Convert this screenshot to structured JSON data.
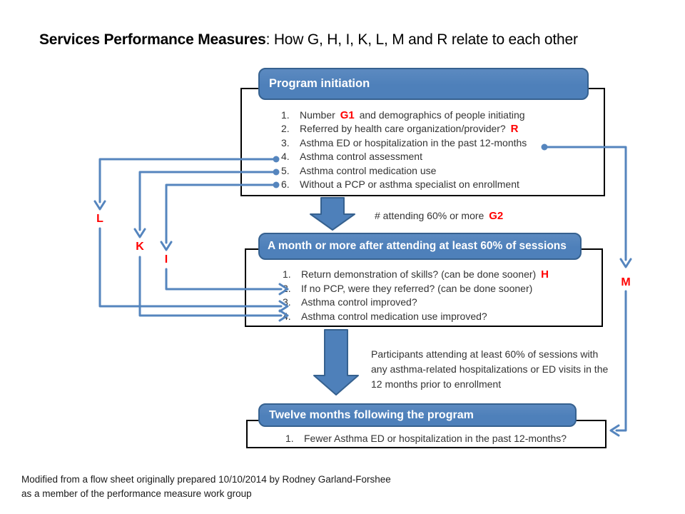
{
  "title": {
    "bold": "Services Performance Measures",
    "rest": ": How G, H, I, K, L, M and R relate to each other"
  },
  "boxes": {
    "box1": {
      "header": "Program initiation",
      "items": [
        {
          "num": "1.",
          "pre": "Number ",
          "code": "G1",
          "post": " and demographics of people initiating"
        },
        {
          "num": "2.",
          "pre": "Referred by health care organization/provider? ",
          "code": "R",
          "post": ""
        },
        {
          "num": "3.",
          "pre": "Asthma ED or hospitalization in the past 12-months",
          "code": "",
          "post": ""
        },
        {
          "num": "4.",
          "pre": "Asthma control assessment",
          "code": "",
          "post": ""
        },
        {
          "num": "5.",
          "pre": "Asthma control medication use",
          "code": "",
          "post": ""
        },
        {
          "num": "6.",
          "pre": "Without a PCP or asthma specialist on enrollment",
          "code": "",
          "post": ""
        }
      ]
    },
    "box2": {
      "header": "A month or more after attending at least 60% of sessions",
      "items": [
        {
          "num": "1.",
          "pre": "Return demonstration of skills? (can be done sooner) ",
          "code": "H",
          "post": ""
        },
        {
          "num": "2.",
          "pre": "If no PCP, were they referred? (can be done sooner)",
          "code": "",
          "post": ""
        },
        {
          "num": "3.",
          "pre": "Asthma control improved?",
          "code": "",
          "post": ""
        },
        {
          "num": "4.",
          "pre": "Asthma control medication use improved?",
          "code": "",
          "post": ""
        }
      ]
    },
    "box3": {
      "header": "Twelve months following the program",
      "items": [
        {
          "num": "1.",
          "pre": "Fewer Asthma ED or hospitalization in the past 12-months?",
          "code": "",
          "post": ""
        }
      ]
    }
  },
  "flow_arrow_1_label": {
    "text": "# attending 60% or more ",
    "code": "G2"
  },
  "flow_arrow_2_label": "Participants attending at least 60% of sessions with any asthma-related hospitalizations or ED visits in the 12 months prior to enrollment",
  "connector_labels": {
    "l": "L",
    "k": "K",
    "i": "I",
    "m": "M"
  },
  "footer": {
    "line1": "Modified from a flow sheet originally prepared 10/10/2014  by Rodney Garland-Forshee",
    "line2": "as a member of the performance measure work group"
  },
  "colors": {
    "accent": "#4E80BA",
    "accent-dark": "#36618F",
    "connector": "#5585BE",
    "red": "#FF0000",
    "ink": "#333333",
    "box-border": "#000000"
  }
}
